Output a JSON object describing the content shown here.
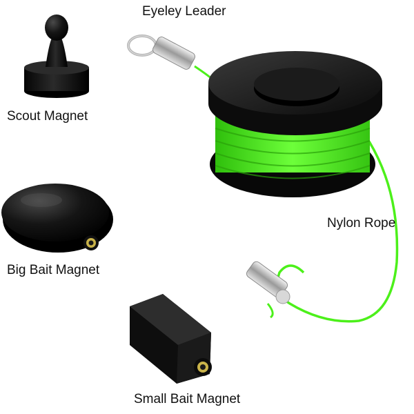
{
  "labels": {
    "eyeley_leader": "Eyeley Leader",
    "scout_magnet": "Scout Magnet",
    "nylon_rope": "Nylon Rope",
    "big_bait_magnet": "Big Bait Magnet",
    "small_bait_magnet": "Small Bait Magnet"
  },
  "colors": {
    "rope_green": "#4cf01a",
    "magnet_black": "#151515",
    "metal_silver": "#c8c8c8",
    "connector_gold": "#c9b34a",
    "background": "#ffffff"
  }
}
